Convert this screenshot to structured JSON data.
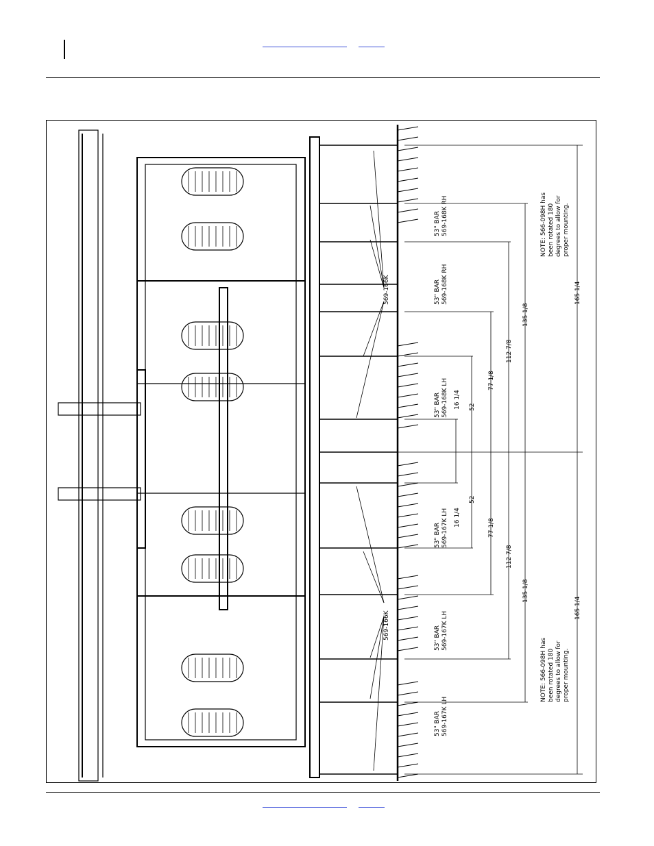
{
  "dimensions": {
    "d1": "16 1/4",
    "d2": "52",
    "d3": "77 1/8",
    "d4": "112 7/8",
    "d5": "135 1/8",
    "d6": "165 1/4"
  },
  "callouts": {
    "upper_part": "569-166K",
    "lower_part": "569-166K",
    "bar_r1_line1": "53\" BAR",
    "bar_r1_line2": "569-168K RH",
    "bar_r2_line1": "53\" BAR",
    "bar_r2_line2": "569-168K RH",
    "bar_r3_line1": "53\" BAR",
    "bar_r3_line2": "569-168K LH",
    "bar_l1_line1": "53\" BAR",
    "bar_l1_line2": "569-167K LH",
    "bar_l2_line1": "53\" BAR",
    "bar_l2_line2": "569-167K LH",
    "bar_l3_line1": "53\" BAR",
    "bar_l3_line2": "569-167K LH"
  },
  "notes": {
    "upper": [
      "NOTE: 566-098H has",
      "been rotated 180",
      "degrees to allow for",
      "proper mounting."
    ],
    "lower": [
      "NOTE: 566-098H has",
      "been rotated 180",
      "degrees to allow for",
      "proper mounting."
    ]
  }
}
